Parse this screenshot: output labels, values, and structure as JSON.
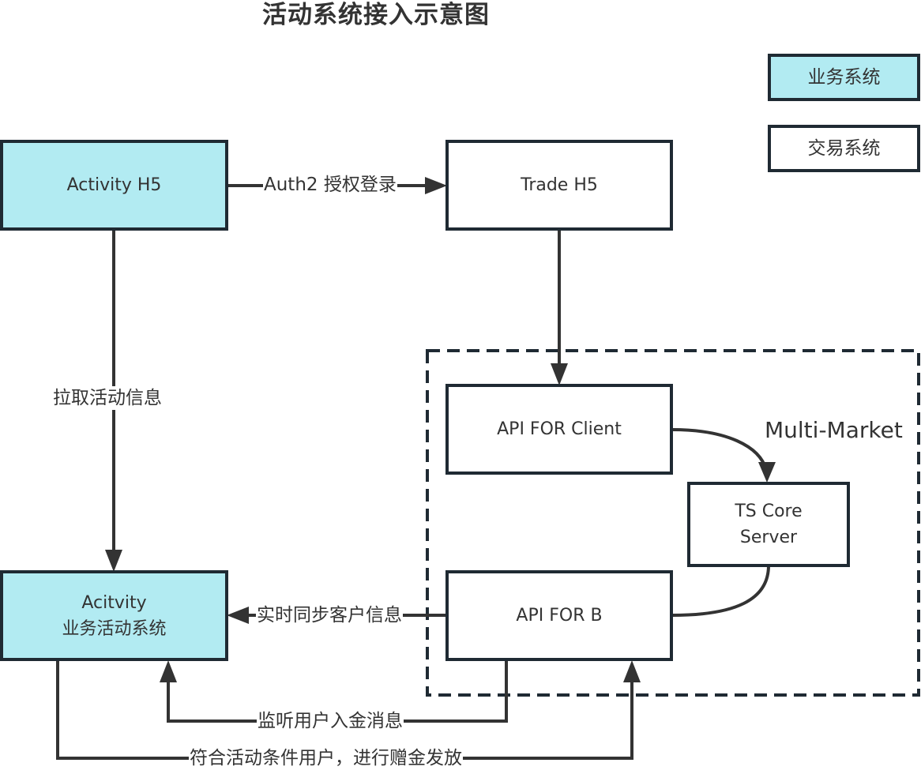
{
  "title": "活动系统接入示意图",
  "legend": [
    {
      "label": "业务系统",
      "fill": "#b2ebf2"
    },
    {
      "label": "交易系统",
      "fill": "#ffffff"
    }
  ],
  "group": {
    "label": "Multi-Market",
    "style": "dashed"
  },
  "nodes": {
    "activity_h5": {
      "label": "Activity H5",
      "type": "业务系统"
    },
    "trade_h5": {
      "label": "Trade H5",
      "type": "交易系统"
    },
    "api_client": {
      "label": "API FOR Client",
      "type": "交易系统"
    },
    "ts_core": {
      "label": "TS Core\nServer",
      "type": "交易系统"
    },
    "api_b": {
      "label": "API FOR B",
      "type": "交易系统"
    },
    "activity_sys": {
      "label": "Acitvity\n业务活动系统",
      "type": "业务系统"
    }
  },
  "edges": [
    {
      "from": "activity_h5",
      "to": "trade_h5",
      "label": "Auth2 授权登录"
    },
    {
      "from": "activity_h5",
      "to": "activity_sys",
      "label": "拉取活动信息"
    },
    {
      "from": "trade_h5",
      "to": "api_client",
      "label": ""
    },
    {
      "from": "api_client",
      "to": "ts_core",
      "label": ""
    },
    {
      "from": "ts_core",
      "to": "api_b",
      "label": ""
    },
    {
      "from": "api_b",
      "to": "activity_sys",
      "label": "实时同步客户信息"
    },
    {
      "from": "api_b",
      "to": "activity_sys",
      "label": "监听用户入金消息"
    },
    {
      "from": "activity_sys",
      "to": "api_b",
      "label": "符合活动条件用户，进行赠金发放"
    }
  ],
  "colors": {
    "stroke": "#1f2a33",
    "edge": "#333333",
    "business_fill": "#b2ebf2",
    "trade_fill": "#ffffff"
  }
}
